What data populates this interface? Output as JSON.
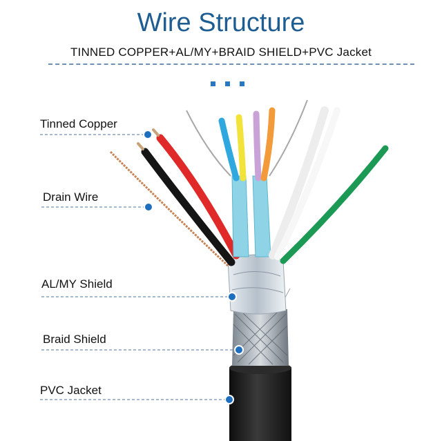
{
  "header": {
    "title": "Wire Structure",
    "subtitle": "TINNED  COPPER+AL/MY+BRAID SHIELD+PVC Jacket"
  },
  "labels": {
    "tinned_copper": "Tinned Copper",
    "drain_wire": "Drain Wire",
    "al_my_shield": "AL/MY Shield",
    "braid_shield": "Braid Shield",
    "pvc_jacket": "PVC Jacket"
  },
  "colors": {
    "title": "#1d5d92",
    "accent": "#2a78c2",
    "leader": "#6d8fb3",
    "jacket": "#1c1c1c",
    "foil": "#c9d2da",
    "pair_wrap": "#8fd3e6"
  },
  "wires": [
    "red",
    "black",
    "blue",
    "yellow",
    "violet",
    "orange",
    "white",
    "white",
    "green"
  ]
}
